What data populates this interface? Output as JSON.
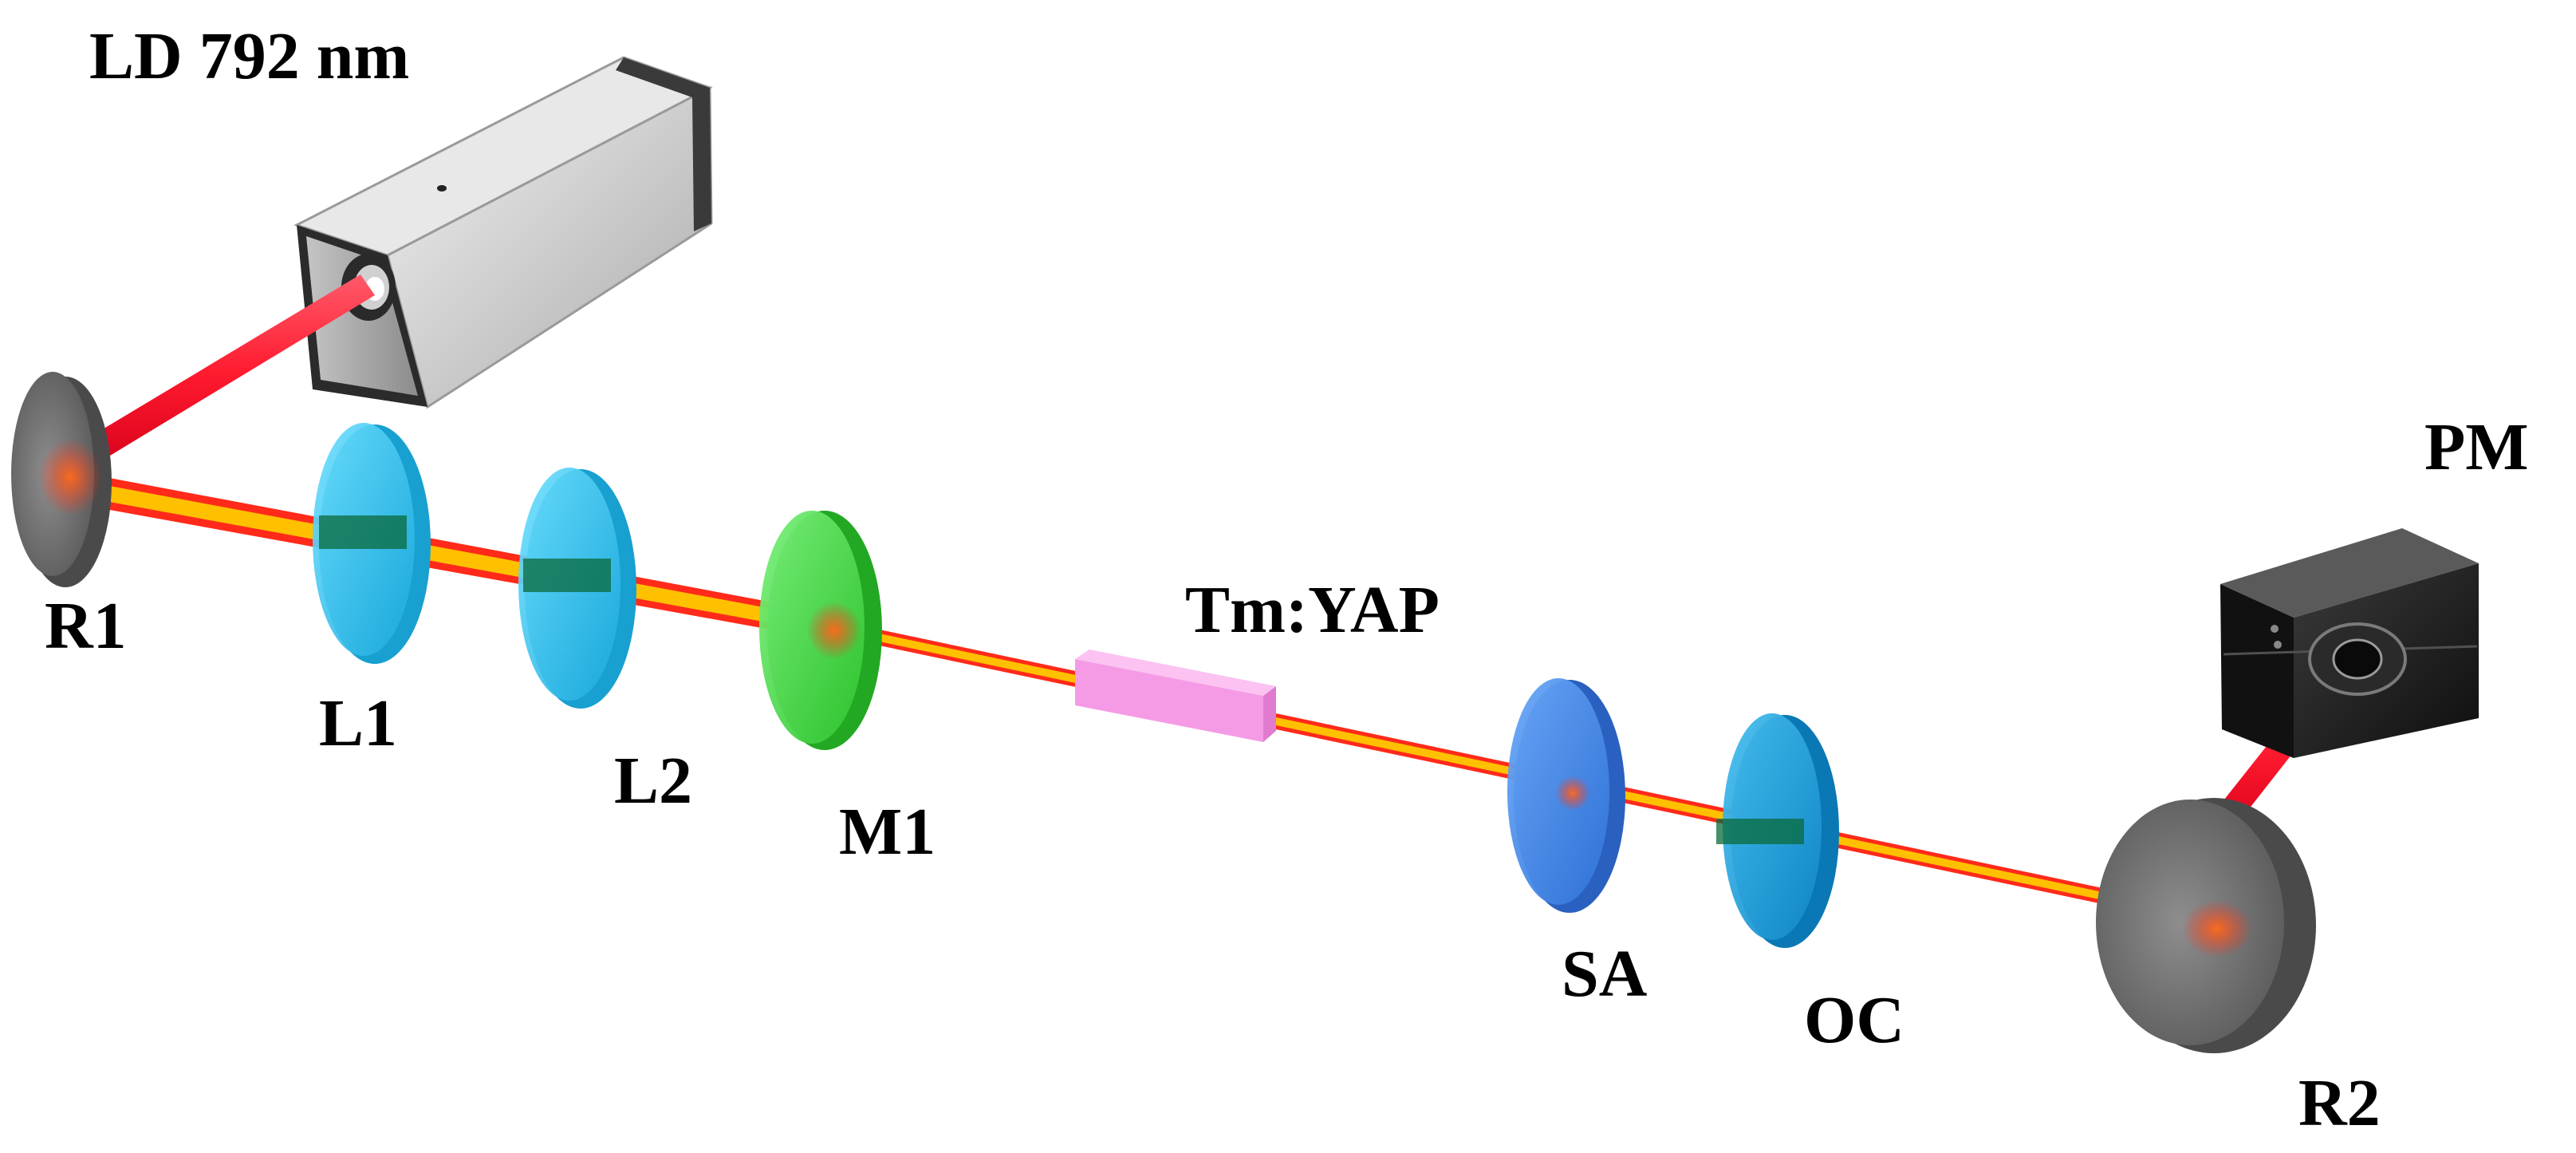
{
  "labels": {
    "laser_diode": "LD 792 nm",
    "mirror_r1": "R1",
    "lens_l1": "L1",
    "lens_l2": "L2",
    "mirror_m1": "M1",
    "crystal": "Tm:YAP",
    "saturable_absorber": "SA",
    "output_coupler": "OC",
    "mirror_r2": "R2",
    "power_meter": "PM"
  },
  "colors": {
    "pump_beam": "#ff2a3c",
    "laser_beam": "#ffb000",
    "laser_diode_body": "#cfcfcf",
    "laser_diode_cap": "#2b2b2b",
    "mirror": "#6e6e6e",
    "lens": "#2ec8f0",
    "input_mirror": "#3fe03f",
    "crystal": "#f59be6",
    "saturable_absorber": "#3f8ff0",
    "output_coupler": "#1aa5e0",
    "power_meter": "#1c1c1c"
  }
}
